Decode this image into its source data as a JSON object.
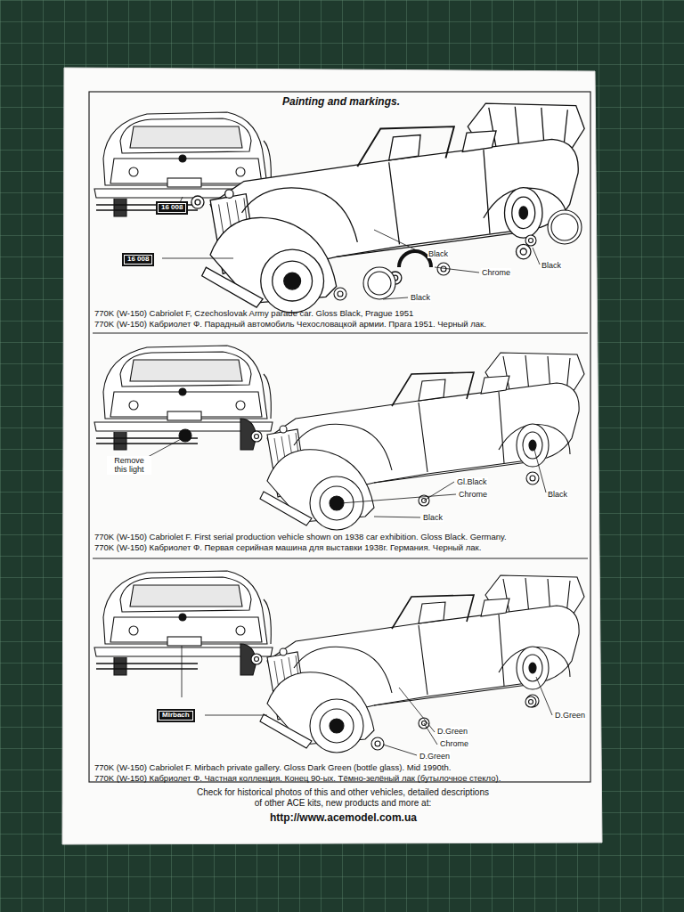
{
  "diagram": {
    "title": "Painting and markings.",
    "nodes": [
      {
        "text": [
          "16 008"
        ]
      },
      {
        "text": [
          "16 008"
        ]
      },
      {
        "text": [
          "Mirbach"
        ]
      }
    ],
    "labels": [
      "Black",
      "Chrome",
      "Black",
      "Black",
      "770K (W-150) Cabriolet F, Czechoslovak Army parade car. Gloss Black, Prague 1951",
      "770K (W-150) Кабриолет Ф. Парадный автомобиль Чехословацкой армии. Прага 1951. Черный лак.",
      "Remove this light",
      "Gl.Black",
      "Chrome",
      "Black",
      "Black",
      "770K (W-150) Cabriolet F. First serial production vehicle shown on 1938 car exhibition. Gloss Black. Germany.",
      "770K (W-150) Кабриолет Ф. Первая серийная машина для выставки 1938г. Германия. Черный лак.",
      "D.Green",
      "Chrome",
      "D.Green",
      "D.Green",
      "770K (W-150) Cabriolet F. Mirbach private gallery. Gloss Dark Green (bottle glass). Mid 1990th.",
      "770K (W-150) Кабриолет Ф. Частная коллекция. Конец 90-ых. Тёмно-зелёный лак (бутылочное стекло).",
      "Check for historical photos of this and other vehicles, detailed descriptions of other ACE kits, new products and more at:",
      "http://www.acemodel.com.ua"
    ]
  }
}
